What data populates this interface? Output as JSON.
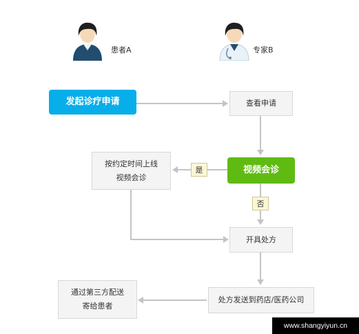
{
  "actors": {
    "patient": {
      "label": "患者A"
    },
    "expert": {
      "label": "专家B"
    }
  },
  "nodes": {
    "apply": "发起诊疗申请",
    "view": "查看申请",
    "video_consult": "视频会诊",
    "scheduled_online": [
      "按约定时间上线",
      "视频会诊"
    ],
    "prescribe": "开具处方",
    "send_rx": "处方发送到药店/医药公司",
    "deliver": [
      "通过第三方配送",
      "寄给患者"
    ]
  },
  "edge_labels": {
    "yes": "是",
    "no": "否"
  },
  "watermark": "www.shangyiyun.cn",
  "colors": {
    "blue_node": "#08aee9",
    "green_node": "#5fbb12",
    "arrow": "#c4c4c4",
    "label_tag": "#fbf7d6"
  }
}
